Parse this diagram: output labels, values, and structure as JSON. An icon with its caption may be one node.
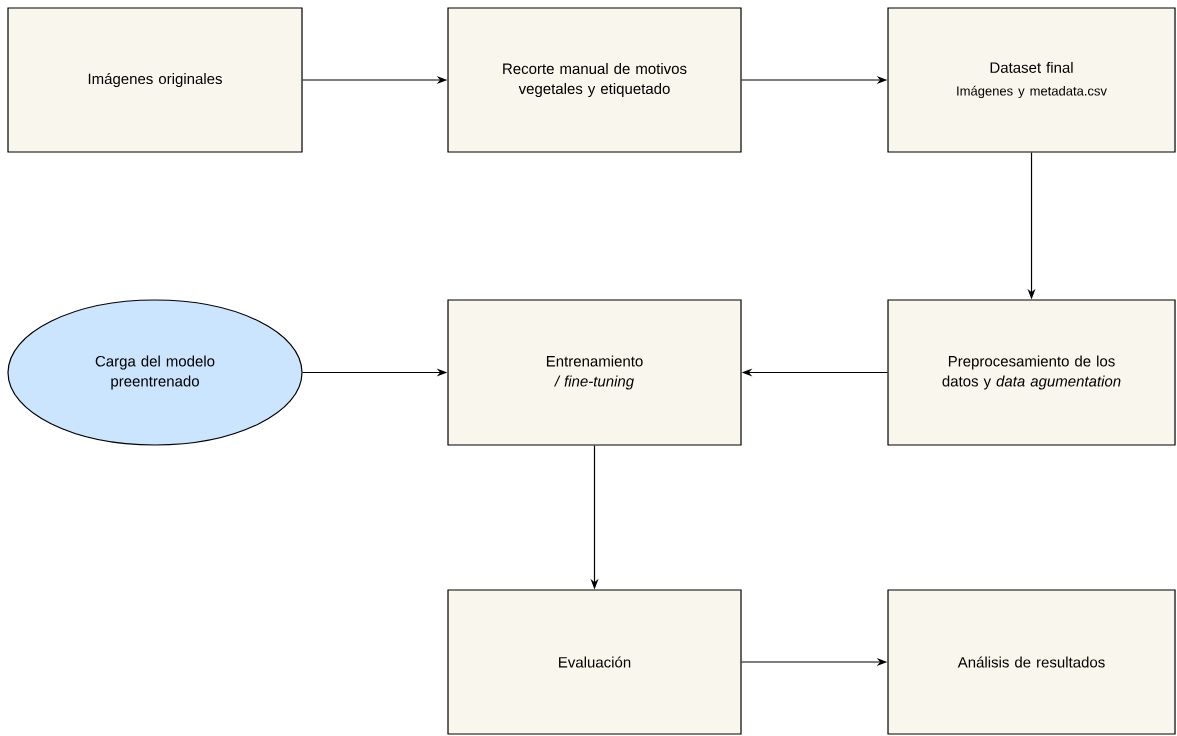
{
  "diagram": {
    "nodes": [
      {
        "text": [
          "Imágenes originales"
        ]
      },
      {
        "text": [
          "Recorte manual de motivos vegetales y etiquetado"
        ]
      },
      {
        "text": [
          "Dataset final",
          "Imágenes y metadata.csv"
        ]
      },
      {
        "text": [
          "Carga del modelo preentrenado"
        ]
      },
      {
        "text": [
          "Entrenamiento */ fine-tuning*"
        ]
      },
      {
        "text": [
          "Preprocesamiento de los datos y *data agumentation*"
        ]
      },
      {
        "text": [
          "Evaluación"
        ]
      },
      {
        "text": [
          "Análisis de resultados"
        ]
      }
    ],
    "edges": [
      {
        "from": 0,
        "to": 1,
        "arrow": "to"
      },
      {
        "from": 1,
        "to": 2,
        "arrow": "to"
      },
      {
        "from": 2,
        "to": 5,
        "arrow": "to"
      },
      {
        "from": 5,
        "to": 4,
        "arrow": "to"
      },
      {
        "from": 3,
        "to": 4,
        "arrow": "to"
      },
      {
        "from": 4,
        "to": 6,
        "arrow": "to"
      },
      {
        "from": 6,
        "to": 7,
        "arrow": "to"
      }
    ]
  }
}
